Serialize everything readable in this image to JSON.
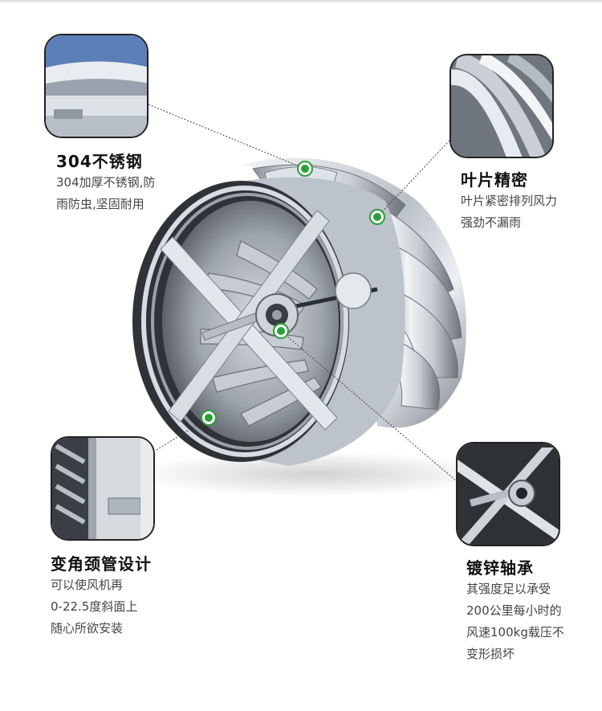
{
  "features": [
    {
      "id": "stainless",
      "title": "304不锈钢",
      "lines": [
        "304加厚不锈钢,防",
        "雨防虫,坚固耐用"
      ]
    },
    {
      "id": "blades",
      "title": "叶片精密",
      "lines": [
        "叶片紧密排列风力",
        "强劲不漏雨"
      ]
    },
    {
      "id": "neck",
      "title": "变角颈管设计",
      "lines": [
        "可以使风机再",
        "0-22.5度斜面上",
        "随心所欲安装"
      ]
    },
    {
      "id": "bearing",
      "title": "镀锌轴承",
      "lines": [
        "其强度足以承受",
        "200公里每小时的",
        "风速100kg载压不",
        "变形损坏"
      ]
    }
  ],
  "colors": {
    "accent_green": "#2e9e3a",
    "steel_light": "#e4e8ec",
    "steel_dark": "#5b6168"
  }
}
